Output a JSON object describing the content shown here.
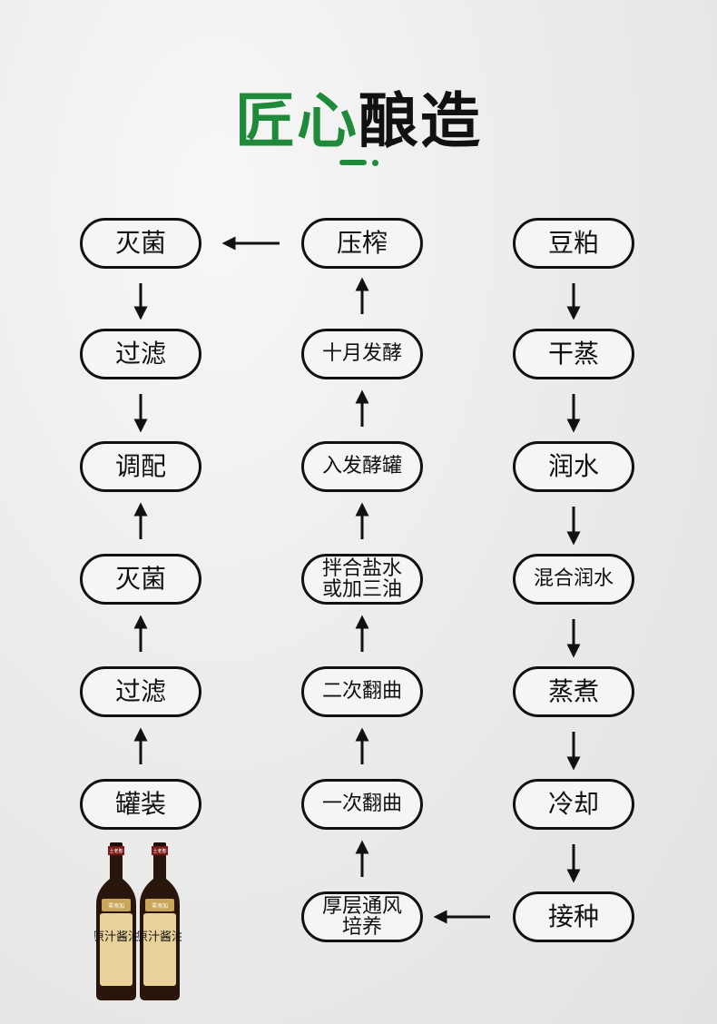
{
  "title": {
    "part1": "匠心",
    "part2": "酿造"
  },
  "colors": {
    "accent": "#1f8a3a",
    "stroke": "#111111"
  },
  "steps": {
    "col1": [
      "灭菌",
      "过滤",
      "调配",
      "灭菌",
      "过滤",
      "罐装"
    ],
    "col2": [
      "压榨",
      "十月发酵",
      "入发酵罐",
      "拌合盐水\n或加三油",
      "二次翻曲",
      "一次翻曲",
      "厚层通风\n培养"
    ],
    "col3": [
      "豆粕",
      "干蒸",
      "润水",
      "混合润水",
      "蒸煮",
      "冷却",
      "接种"
    ]
  },
  "product": {
    "brand": "土老憨",
    "name": "原汁酱油",
    "badge": "零添加"
  }
}
